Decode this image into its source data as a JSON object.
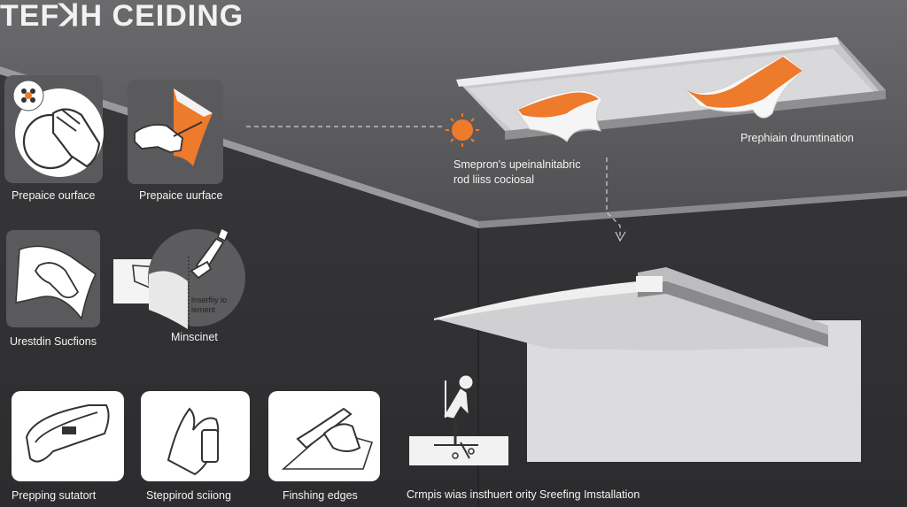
{
  "title": "TEFꓘH CEIDING",
  "steps": [
    {
      "label": "Prepaice ourface",
      "icon": "hand-cleaning-icon"
    },
    {
      "label": "Prepaice uurface",
      "icon": "hand-applying-membrane-icon"
    },
    {
      "label": "Urestdin Sucfions",
      "icon": "hand-stretching-sheet-icon"
    },
    {
      "label": "Minscinet",
      "icon": "heat-tool-icon",
      "inset_note": "lnserfiiy lo lement"
    },
    {
      "label": "Prepping sutatort",
      "icon": "profile-rail-icon"
    },
    {
      "label": "Steppirod sciiong",
      "icon": "hands-tucking-icon"
    },
    {
      "label": "Finshing edges",
      "icon": "spatula-edge-icon"
    }
  ],
  "callouts": {
    "membrane_note_line1": "Smepron's upeinalnitabric",
    "membrane_note_line2": "rod liiss cociosal",
    "top_right": "Prephiain dnumtination",
    "bottom": "Crmpis wias insthuert ority Sreefing Imstallation"
  },
  "colors": {
    "accent": "#ee7a2c",
    "background": "#3a3a3c",
    "panel": "#5a5a5c"
  }
}
